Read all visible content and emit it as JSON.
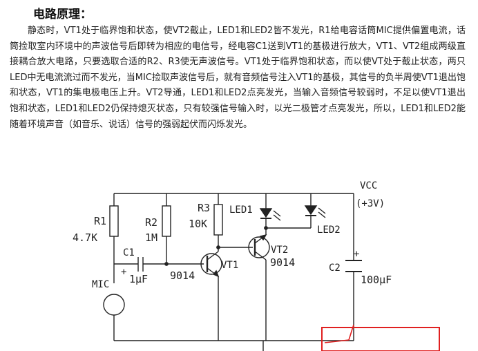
{
  "article": {
    "heading": "电路原理：",
    "paragraph": "静态时，VT1处于临界饱和状态，使VT2截止，LED1和LED2皆不发光，R1给电容话筒MIC提供偏置电流，话筒捡取室内环境中的声波信号后即转为相应的电信号，经电容C1送到VT1的基极进行放大，VT1、VT2组成两级直接耦合放大电路，只要选取合适的R2、R3使无声波信号。VT1处于临界饱和状态，而以使VT处于截止状态，两只LED中无电流流过而不发光，当MIC捡取声波信号后，就有音频信号注入VT1的基极，其信号的负半周使VT1退出饱和状态，VT1的集电极电压上升。VT2导通，LED1和LED2点亮发光，当输入音频信号较弱时，不足以使VT1退出饱和状态，LED1和LED2仍保持熄灭状态，只有较强信号输入时，以光二极管才点亮发光，所以，LED1和LED2能随着环境声音（如音乐、说话）信号的强弱起伏而闪烁发光。"
  },
  "circuit": {
    "vcc_label": "VCC",
    "vcc_value": "(+3V)",
    "r1_name": "R1",
    "r1_value": "4.7K",
    "r2_name": "R2",
    "r2_value": "1M",
    "r3_name": "R3",
    "r3_value": "10K",
    "c1_name": "C1",
    "c1_plus": "+",
    "c1_value": "1μF",
    "c2_name": "C2",
    "c2_plus": "+",
    "c2_value": "100μF",
    "mic_label": "MIC",
    "vt1_label": "VT1",
    "vt1_part": "9014",
    "vt2_label": "VT2",
    "vt2_part": "9014",
    "led1_label": "LED1",
    "led2_label": "LED2"
  },
  "annotation": {
    "highlight_color": "#e02020"
  }
}
